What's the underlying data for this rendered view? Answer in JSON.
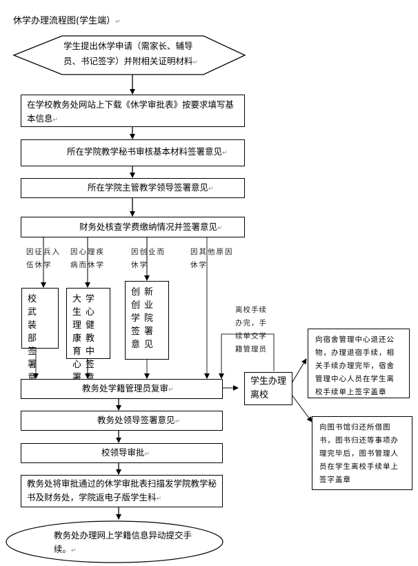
{
  "title": "休学办理流程图(学生端）",
  "start": "学生提出休学申请（需家长、辅导员、书记签字）并附相关证明材料",
  "steps": [
    "在学校教务处网站上下载《休学审批表》按要求填写基本信息",
    "所在学院教学秘书审核基本材料签署意见",
    "所在学院主管教学领导签署意见",
    "财务处核查学费缴纳情况并签署意见"
  ],
  "branch_labels": [
    "因征兵入伍休学",
    "因心理疾病而休学",
    "因创业而休学",
    "因其他原因休学"
  ],
  "branch_boxes": [
    "校武装部签署意见",
    "大学生心理健康教育中心签署意见",
    "创新创业学院签署意见"
  ],
  "review": "教务处学籍管理员复审",
  "leave_label": "离校手续办完，手续单交学籍管理员",
  "leave_box": "学生办理离校",
  "dorm_box": "向宿舍管理中心退还公物，办理退宿手续，相关手续办理完毕，宿舍管理中心人员在学生离校手续单上签字盖章",
  "library_box": "向图书馆归还所借图书，图书归还等事项办理完毕后，图书管理人员在学生离校手续单上签字盖章",
  "after": [
    "教务处领导签署意见",
    "校领导审批",
    "教务处将审批通过的休学审批表扫描发学院教学秘书及财务处，学院返电子版学生科"
  ],
  "end": "教务处办理网上学籍信息异动提交手续。",
  "paragraph_mark": "↵"
}
